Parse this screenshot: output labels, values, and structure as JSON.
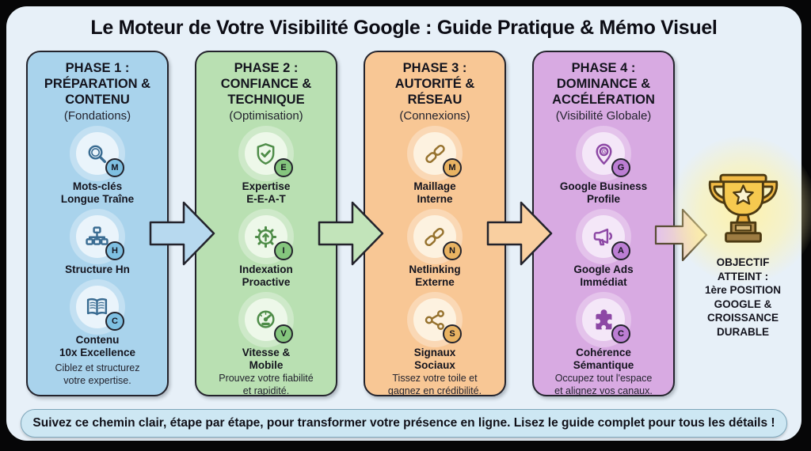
{
  "title": "Le Moteur de Votre Visibilité Google : Guide Pratique & Mémo Visuel",
  "phases": [
    {
      "heading": "PHASE 1 :\nPRÉPARATION &\nCONTENU",
      "subtitle": "(Fondations)",
      "color": "#a9d3ec",
      "items": [
        {
          "icon": "magnifier-icon",
          "badge": "M",
          "label": "Mots-clés\nLongue Traîne"
        },
        {
          "icon": "sitemap-icon",
          "badge": "H",
          "label": "Structure Hn"
        },
        {
          "icon": "open-book-icon",
          "badge": "C",
          "label": "Contenu\n10x Excellence"
        }
      ],
      "footer": "Ciblez et structurez\nvotre expertise."
    },
    {
      "heading": "PHASE 2 :\nCONFIANCE &\nTECHNIQUE",
      "subtitle": "(Optimisation)",
      "color": "#b9e0b2",
      "items": [
        {
          "icon": "shield-check-icon",
          "badge": "E",
          "label": "Expertise\nE-E-A-T"
        },
        {
          "icon": "gear-arrow-icon",
          "badge": "I",
          "label": "Indexation\nProactive"
        },
        {
          "icon": "speedometer-icon",
          "badge": "V",
          "label": "Vitesse &\nMobile"
        }
      ],
      "footer": "Prouvez votre fiabilité\net rapidité."
    },
    {
      "heading": "PHASE 3 :\nAUTORITÉ &\nRÉSEAU",
      "subtitle": "(Connexions)",
      "color": "#f8c795",
      "items": [
        {
          "icon": "chain-link-icon",
          "badge": "M",
          "label": "Maillage\nInterne"
        },
        {
          "icon": "chain-link-icon",
          "badge": "N",
          "label": "Netlinking\nExterne"
        },
        {
          "icon": "share-nodes-icon",
          "badge": "S",
          "label": "Signaux\nSociaux"
        }
      ],
      "footer": "Tissez votre toile et\ngagnez en crédibilité."
    },
    {
      "heading": "PHASE 4 :\nDOMINANCE &\nACCÉLÉRATION",
      "subtitle": "(Visibilité Globale)",
      "color": "#d8aae2",
      "items": [
        {
          "icon": "map-pin-icon",
          "badge": "G",
          "pin_letter": "G",
          "label": "Google Business\nProfile"
        },
        {
          "icon": "megaphone-icon",
          "badge": "A",
          "label": "Google Ads\nImmédiat"
        },
        {
          "icon": "puzzle-icon",
          "badge": "C",
          "label": "Cohérence\nSémantique"
        }
      ],
      "footer": "Occupez tout l'espace\net alignez vos canaux."
    }
  ],
  "goal": {
    "icon": "trophy-icon",
    "label": "OBJECTIF\nATTEINT :\n1ère POSITION\nGOOGLE &\nCROISSANCE\nDURABLE"
  },
  "banner": {
    "text": "Suivez ce chemin clair, étape par étape, pour transformer votre présence en ligne. Lisez le guide complet pour tous les détails !"
  },
  "colors": {
    "background": "#060607",
    "card": "#e7f0f8",
    "phase1": "#a9d3ec",
    "phase2": "#b9e0b2",
    "phase3": "#f8c795",
    "phase4": "#d8aae2",
    "trophy_gold": "#f3bb45",
    "text": "#14141e"
  }
}
